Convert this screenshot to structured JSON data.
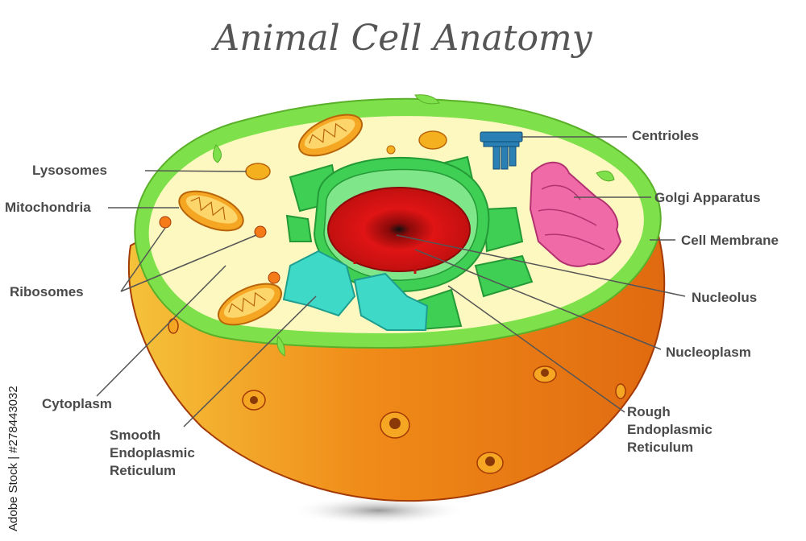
{
  "title": "Animal Cell Anatomy",
  "labels": {
    "lysosomes": "Lysosomes",
    "mitochondria": "Mitochondria",
    "ribosomes": "Ribosomes",
    "cytoplasm": "Cytoplasm",
    "smooth_er_line1": "Smooth",
    "smooth_er_line2": "Endoplasmic",
    "smooth_er_line3": "Reticulum",
    "centrioles": "Centrioles",
    "golgi": "Golgi Apparatus",
    "cell_membrane": "Cell Membrane",
    "nucleolus": "Nucleolus",
    "nucleoplasm": "Nucleoplasm",
    "rough_er_line1": "Rough",
    "rough_er_line2": "Endoplasmic",
    "rough_er_line3": "Reticulum"
  },
  "watermark": "Adobe Stock | #278443032",
  "colors": {
    "membrane": "#7ee04a",
    "cytoplasm": "#fdf8c0",
    "outer_body": "#f08a18",
    "nucleus_envelope": "#3fcf54",
    "nucleus": "#d01010",
    "smooth_er": "#3fd9c8",
    "golgi": "#f06aa8",
    "mitochondria": "#f5a623",
    "centrioles": "#2a7fb5"
  }
}
